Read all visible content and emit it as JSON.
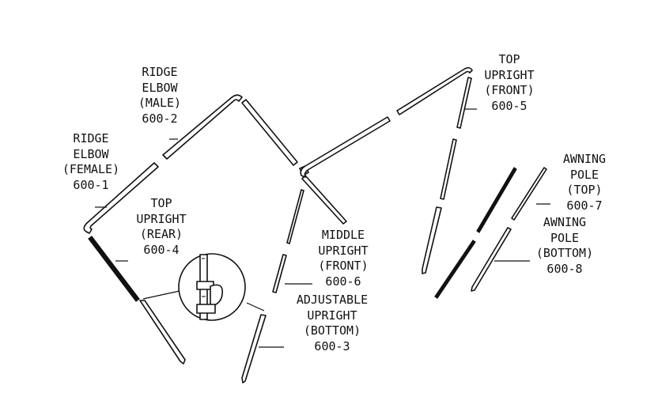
{
  "diagram": {
    "labels": {
      "ridge_elbow_male": [
        "RIDGE",
        "ELBOW",
        "(MALE)",
        "600-2"
      ],
      "ridge_elbow_female": [
        "RIDGE",
        "ELBOW",
        "(FEMALE)",
        "600-1"
      ],
      "top_upright_rear": [
        "TOP",
        "UPRIGHT",
        "(REAR)",
        "600-4"
      ],
      "top_upright_front": [
        "TOP",
        "UPRIGHT",
        "(FRONT)",
        "600-5"
      ],
      "middle_upright_front": [
        "MIDDLE",
        "UPRIGHT",
        "(FRONT)",
        "600-6"
      ],
      "adjustable_upright_bottom": [
        "ADJUSTABLE",
        "UPRIGHT",
        "(BOTTOM)",
        "600-3"
      ],
      "awning_pole_top": [
        "AWNING",
        "POLE",
        "(TOP)",
        "600-7"
      ],
      "awning_pole_bottom": [
        "AWNING",
        "POLE",
        "(BOTTOM)",
        "600-8"
      ]
    }
  }
}
